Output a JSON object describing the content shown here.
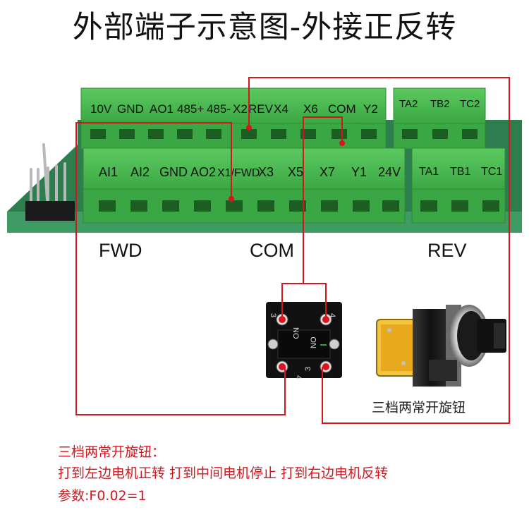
{
  "title": "外部端子示意图-外接正反转",
  "terminal_rows": {
    "top_left": [
      "10V",
      "GND",
      "AO1",
      "485+",
      "485-",
      "X2",
      "REV",
      "X4",
      "X6",
      "COM",
      "Y2"
    ],
    "top_right": [
      "TA2",
      "TB2",
      "TC2"
    ],
    "bottom_left": [
      "AI1",
      "AI2",
      "GND",
      "AO2",
      "X1/FWD",
      "X3",
      "X5",
      "X7",
      "Y1",
      "24V"
    ],
    "bottom_right": [
      "TA1",
      "TB1",
      "TC1"
    ]
  },
  "wire_labels": {
    "fwd": "FWD",
    "com": "COM",
    "rev": "REV"
  },
  "contact_numbers": {
    "upper_left": "3",
    "upper_right": "4",
    "lower_left": "4",
    "lower_right": "3",
    "no_left": "NO",
    "no_right": "NO"
  },
  "switch_caption": "三档两常开旋钮",
  "notes": {
    "line1": "三档两常开旋钮：",
    "line2": "打到左边电机正转 打到中间电机停止 打到右边电机反转",
    "line3": "参数:F0.02=1"
  },
  "colors": {
    "terminal_green": "#43b649",
    "terminal_dark": "#2f8a35",
    "wire_red": "#d8141c",
    "note_red": "#d8141c",
    "pcb_green": "#2e7d4f"
  }
}
